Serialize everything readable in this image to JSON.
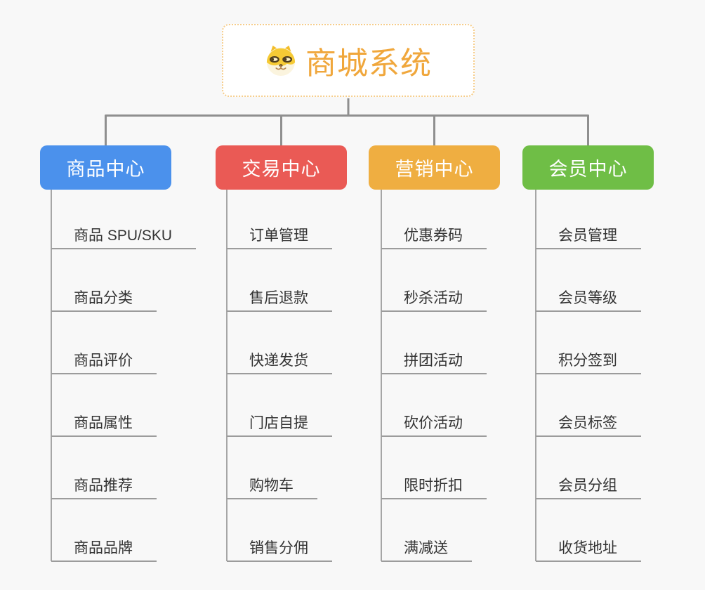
{
  "root": {
    "title": "商城系统",
    "icon": "shiba-doge-icon"
  },
  "branches": [
    {
      "label": "商品中心",
      "color": "#4b91ec",
      "children": [
        "商品 SPU/SKU",
        "商品分类",
        "商品评价",
        "商品属性",
        "商品推荐",
        "商品品牌"
      ]
    },
    {
      "label": "交易中心",
      "color": "#ea5a55",
      "children": [
        "订单管理",
        "售后退款",
        "快递发货",
        "门店自提",
        "购物车",
        "销售分佣"
      ]
    },
    {
      "label": "营销中心",
      "color": "#efae41",
      "children": [
        "优惠券码",
        "秒杀活动",
        "拼团活动",
        "砍价活动",
        "限时折扣",
        "满减送"
      ]
    },
    {
      "label": "会员中心",
      "color": "#6fbe46",
      "children": [
        "会员管理",
        "会员等级",
        "积分签到",
        "会员标签",
        "会员分组",
        "收货地址"
      ]
    }
  ],
  "colors": {
    "background": "#f8f8f8",
    "root_text": "#f0a73c",
    "root_border": "#f6cd8b",
    "connector": "#8f8f8f",
    "column_line": "#a6a6a6",
    "leaf_underline": "#9c9c9c",
    "leaf_text": "#333333"
  }
}
